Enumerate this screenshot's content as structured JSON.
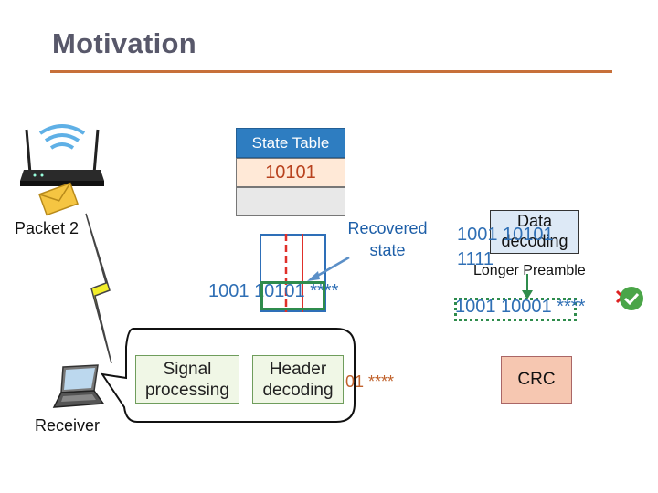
{
  "title": "Motivation",
  "state_table": {
    "header": "State Table",
    "row1": "10101"
  },
  "packet_label": "Packet 2",
  "receiver_label": "Receiver",
  "recovered_state": {
    "line1": "Recovered",
    "line2": "state"
  },
  "stream": {
    "prefix": "1001 ",
    "state": "10101",
    "suffix": " ****"
  },
  "processing": {
    "signal": {
      "line1": "Signal",
      "line2": "processing"
    },
    "header": {
      "line1": "Header",
      "line2": "decoding"
    },
    "tail": "01 ****"
  },
  "right": {
    "data_decoding": {
      "line1": "Data",
      "line2": "decoding"
    },
    "bits_a": "1001 10101",
    "bits_b": "1111",
    "longer_preamble": "Longer Preamble",
    "stream": "1001 10001 ****",
    "crc": "CRC"
  },
  "colors": {
    "accent": "#c7703a",
    "blue": "#2e7dc1",
    "orange_text": "#c0612b",
    "green": "#2f8c4c",
    "red": "#e0302a"
  }
}
